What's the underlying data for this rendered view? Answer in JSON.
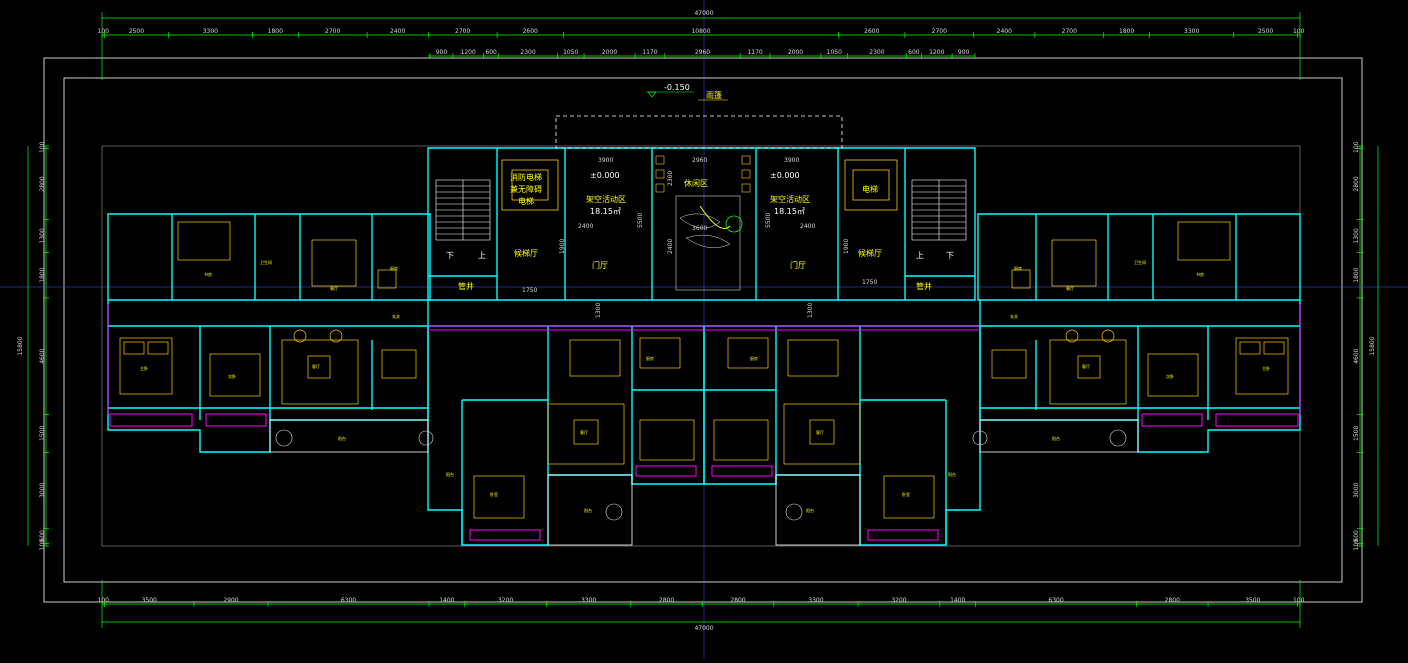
{
  "drawing": {
    "colors": {
      "background": "#000000",
      "dimension": "#00ff00",
      "wall": "#00ffff",
      "furniture": "#ffcc00",
      "label": "#ffff00",
      "outline": "#ffffff",
      "magenta": "#ff00ff",
      "axis": "#6a6aff"
    },
    "total_width": "47000",
    "total_width_bottom": "47000",
    "total_depth_left": "15800",
    "total_depth_right": "15800",
    "top_dims_row1": [
      "100",
      "2500",
      "3300",
      "1800",
      "2700",
      "2400",
      "2700",
      "2600",
      "10800",
      "2600",
      "2700",
      "2400",
      "2700",
      "1800",
      "3300",
      "2500",
      "100"
    ],
    "top_dims_row2": [
      "900",
      "1200",
      "600",
      "2300",
      "1050",
      "2000",
      "1170",
      "2960",
      "1170",
      "2000",
      "1050",
      "2300",
      "600",
      "1200",
      "900"
    ],
    "bottom_dims": [
      "100",
      "3500",
      "2900",
      "6300",
      "1400",
      "3200",
      "3300",
      "2800",
      "2800",
      "3300",
      "3200",
      "1400",
      "6300",
      "2800",
      "3500",
      "100"
    ],
    "left_dims": [
      "100",
      "2800",
      "1300",
      "1800",
      "4600",
      "1500",
      "3000",
      "600",
      "100"
    ],
    "right_dims": [
      "100",
      "2800",
      "1300",
      "1800",
      "4600",
      "1500",
      "3000",
      "600",
      "100"
    ],
    "core": {
      "level_top": "-0.150",
      "canopy": "雨篷",
      "level_a": "±0.000",
      "level_b": "±0.000",
      "void_a": "架空活动区",
      "void_a_area": "18.15㎡",
      "void_b": "架空活动区",
      "void_b_area": "18.15㎡",
      "courtyard": "休闲区",
      "fire_elevator": "消防电梯",
      "fire_elevator_sub": "兼无障碍",
      "fire_elevator_sub2": "电梯",
      "elevator": "电梯",
      "lobby_l": "候梯厅",
      "lobby_r": "候梯厅",
      "hall_l": "门厅",
      "hall_r": "门厅",
      "stair_down_l": "下",
      "stair_up_l": "上",
      "stair_down_r": "下",
      "stair_up_r": "上",
      "meter_l": "管井",
      "meter_r": "管井",
      "d3900a": "3900",
      "d3900b": "3900",
      "d2960": "2960",
      "d2400a": "2400",
      "d2400b": "2400",
      "d3600": "3600",
      "d5500a": "5500",
      "d5500b": "5500",
      "d2300": "2300",
      "d2400c": "2400",
      "d1900a": "1900",
      "d1900b": "1900",
      "d1750a": "1750",
      "d1750b": "1750",
      "d1300a": "1300",
      "d1300b": "1300"
    },
    "units": {
      "master_l": "主卧",
      "master_r": "主卧",
      "bed2_l": "次卧",
      "bed2_r": "次卧",
      "living_l": "客厅",
      "living_r": "客厅",
      "dining_l": "餐厅",
      "dining_r": "餐厅",
      "kitchen_l": "厨房",
      "kitchen_r": "厨房",
      "balcony_l": "阳台",
      "balcony_r": "阳台",
      "study_l": "书房",
      "study_r": "书房",
      "bath_l": "卫生间",
      "bath_r": "卫生间",
      "entry_l": "玄关",
      "entry_r": "玄关",
      "living_c1": "客厅",
      "living_c2": "客厅",
      "bed_c1": "卧室",
      "bed_c2": "卧室",
      "bal_c1": "阳台",
      "bal_c2": "阳台",
      "kit_c1": "厨房",
      "kit_c2": "厨房",
      "bal_c3": "阳台",
      "bal_c4": "阳台"
    }
  }
}
